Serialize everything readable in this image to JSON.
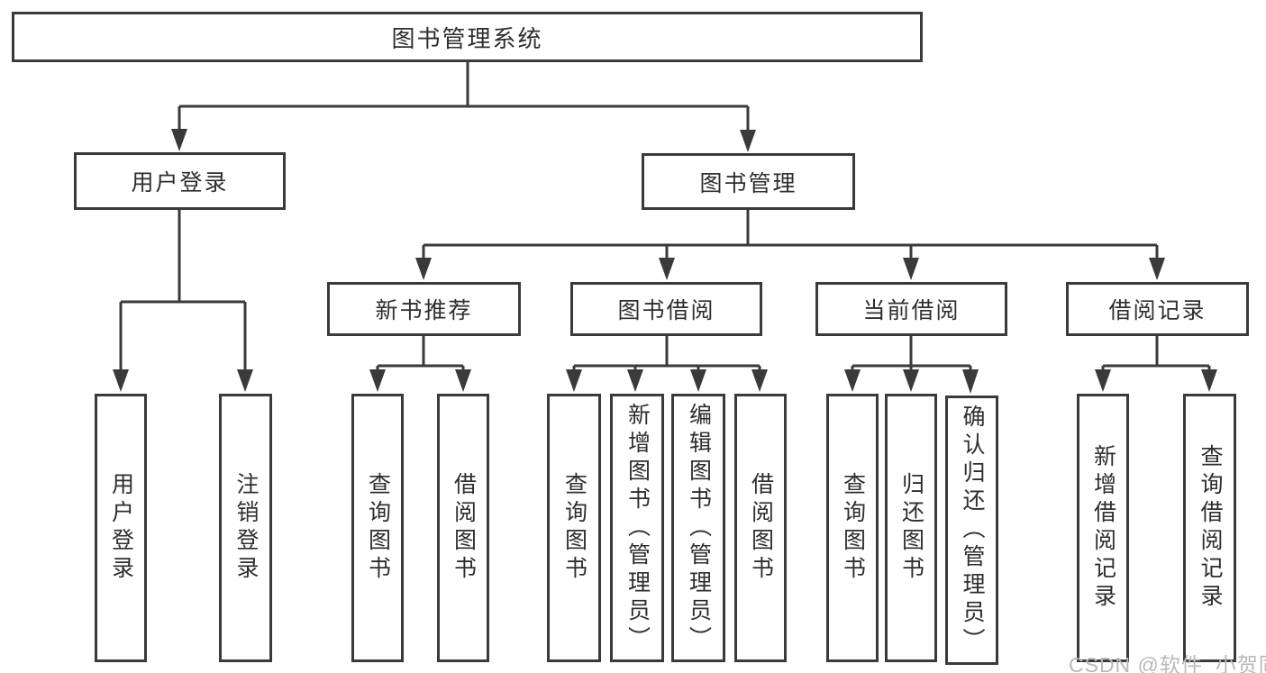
{
  "diagram": {
    "root": {
      "label": "图书管理系统"
    },
    "branches": [
      {
        "label": "用户登录",
        "children": [
          {
            "label": "用户登录"
          },
          {
            "label": "注销登录"
          }
        ]
      },
      {
        "label": "图书管理",
        "children": [
          {
            "label": "新书推荐",
            "children": [
              {
                "label": "查询图书"
              },
              {
                "label": "借阅图书"
              }
            ]
          },
          {
            "label": "图书借阅",
            "children": [
              {
                "label": "查询图书"
              },
              {
                "label": "新增图书（管理员）"
              },
              {
                "label": "编辑图书（管理员）"
              },
              {
                "label": "借阅图书"
              }
            ]
          },
          {
            "label": "当前借阅",
            "children": [
              {
                "label": "查询图书"
              },
              {
                "label": "归还图书"
              },
              {
                "label": "确认归还（管理员）"
              }
            ]
          },
          {
            "label": "借阅记录",
            "children": [
              {
                "label": "新增借阅记录"
              },
              {
                "label": "查询借阅记录"
              }
            ]
          }
        ]
      }
    ]
  },
  "watermark": {
    "text": "CSDN @软件_小贺同学"
  },
  "colors": {
    "line": "#3a3a3a",
    "box_border": "#3a3a3a",
    "text": "#2e2e2e",
    "watermark": "#b9b9b9",
    "background": "#ffffff"
  }
}
